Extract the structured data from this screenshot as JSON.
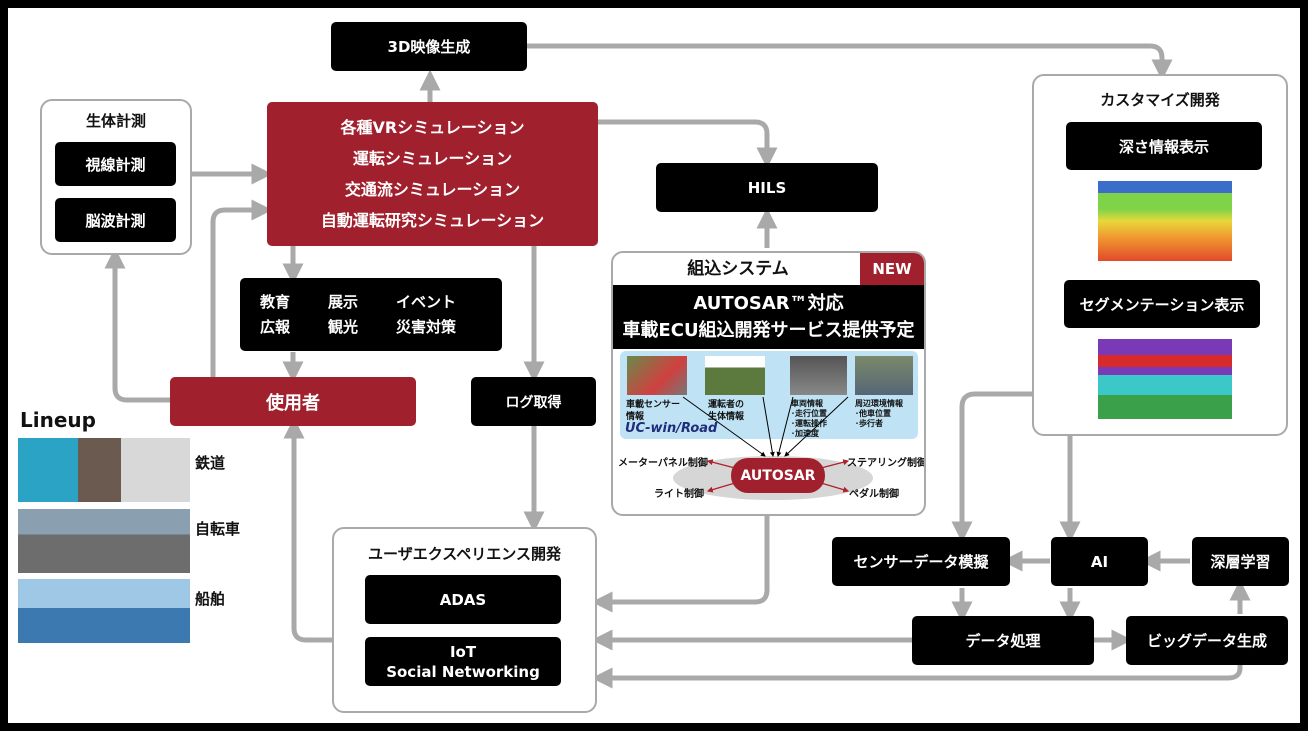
{
  "colors": {
    "accent_red": "#a0202d",
    "box_black": "#000000",
    "connector_gray": "#a9a9a9",
    "frame_gray": "#a9a9a9",
    "panel_blue": "#bfe3f4"
  },
  "nodes": {
    "video3d": "3D映像生成",
    "hils": "HILS",
    "simulation": [
      "各種VRシミュレーション",
      "運転シミュレーション",
      "交通流シミュレーション",
      "自動運転研究シミュレーション"
    ],
    "uses": [
      [
        "教育",
        "展示",
        "イベント"
      ],
      [
        "広報",
        "観光",
        "災害対策"
      ]
    ],
    "user": "使用者",
    "log": "ログ取得"
  },
  "biometric": {
    "title": "生体計測",
    "items": [
      "視線計測",
      "脳波計測"
    ]
  },
  "lineup": {
    "title": "Lineup",
    "items": [
      {
        "label": "鉄道",
        "image": "railway-simulator"
      },
      {
        "label": "自転車",
        "image": "bicycle-simulator"
      },
      {
        "label": "船舶",
        "image": "ship-simulator"
      }
    ]
  },
  "embedded": {
    "title": "組込システム",
    "badge": "NEW",
    "headline": [
      "AUTOSAR™対応",
      "車載ECU組込開発サービス提供予定"
    ],
    "inputs": [
      {
        "label": "車載センサー\n情報"
      },
      {
        "label": "運転者の\n生体情報"
      },
      {
        "label": "車両情報\n･走行位置\n･運転操作\n･加速度"
      },
      {
        "label": "周辺環境情報\n･他車位置\n･歩行者"
      }
    ],
    "logo": "UC-win/Road",
    "core": "AUTOSAR",
    "controls": [
      "メーターパネル制御",
      "ライト制御",
      "ステアリング制御",
      "ペダル制御"
    ]
  },
  "custom": {
    "title": "カスタマイズ開発",
    "items": [
      {
        "label": "深さ情報表示",
        "image": "depth-map"
      },
      {
        "label": "セグメンテーション表示",
        "image": "segmentation-map"
      }
    ]
  },
  "ux": {
    "title": "ユーザエクスペリエンス開発",
    "items": [
      "ADAS",
      "IoT\nSocial Networking"
    ]
  },
  "ai_flow": {
    "sensor": "センサーデータ模擬",
    "ai": "AI",
    "deep": "深層学習",
    "process": "データ処理",
    "bigdata": "ビッグデータ生成"
  }
}
